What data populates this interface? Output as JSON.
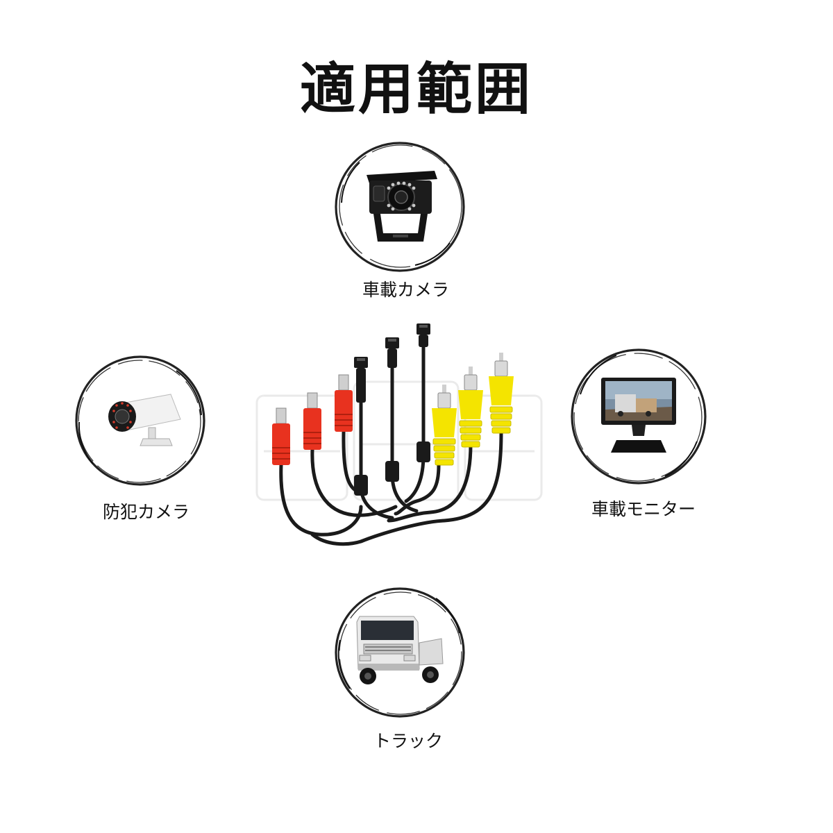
{
  "title": "適用範囲",
  "items": [
    {
      "label": "車載カメラ",
      "icon": "vehicle-camera-icon"
    },
    {
      "label": "防犯カメラ",
      "icon": "security-camera-icon"
    },
    {
      "label": "車載モニター",
      "icon": "vehicle-monitor-icon"
    },
    {
      "label": "トラック",
      "icon": "truck-icon"
    }
  ],
  "product": {
    "name": "y-splitter-cable",
    "connectors": [
      "dc-red",
      "dc-red",
      "dc-red",
      "dc-black",
      "dc-black",
      "dc-black",
      "rca-yellow",
      "rca-yellow",
      "rca-yellow"
    ]
  },
  "colors": {
    "dc_red": "#e8321f",
    "rca_yellow": "#f4e400",
    "cable": "#1a1a1a",
    "ring": "#222222"
  }
}
